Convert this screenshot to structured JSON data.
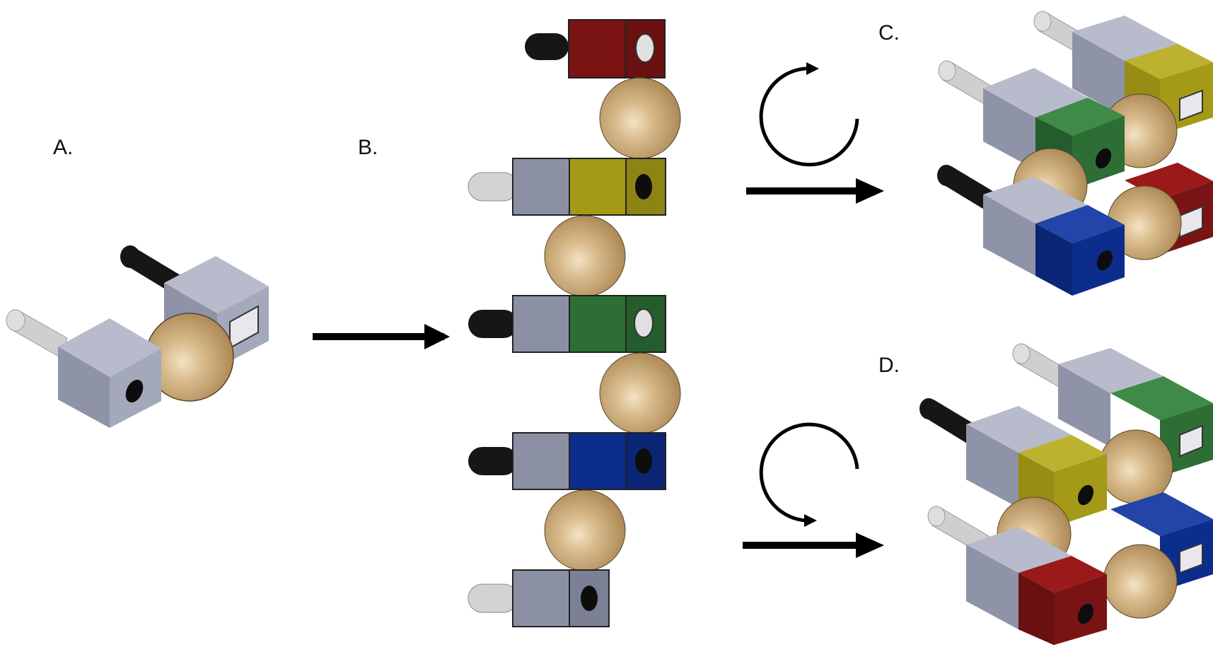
{
  "labels": {
    "a": "A.",
    "b": "B.",
    "c": "C.",
    "d": "D."
  },
  "colors": {
    "gray_block": "#8f93a8",
    "sphere": "#c9a876",
    "red": "#7a1414",
    "yellow": "#a59a17",
    "green": "#2d6e34",
    "blue": "#0d2d8c",
    "black_rod": "#161616",
    "light_rod": "#cfcfcf",
    "arrow": "#000000"
  },
  "panel_b_chain": [
    {
      "color_key": "red",
      "rod": "black_rod",
      "has_gray": false
    },
    {
      "color_key": "yellow",
      "rod": "light_rod",
      "has_gray": true
    },
    {
      "color_key": "green",
      "rod": "black_rod",
      "has_gray": true
    },
    {
      "color_key": "blue",
      "rod": "black_rod",
      "has_gray": true
    },
    {
      "color_key": "gray_block",
      "rod": "light_rod",
      "has_gray": true
    }
  ],
  "panel_c_colors": [
    "yellow",
    "green",
    "red",
    "blue"
  ],
  "panel_d_colors": [
    "green",
    "yellow",
    "blue",
    "red"
  ],
  "rotations": {
    "c": "clockwise",
    "d": "counterclockwise"
  }
}
